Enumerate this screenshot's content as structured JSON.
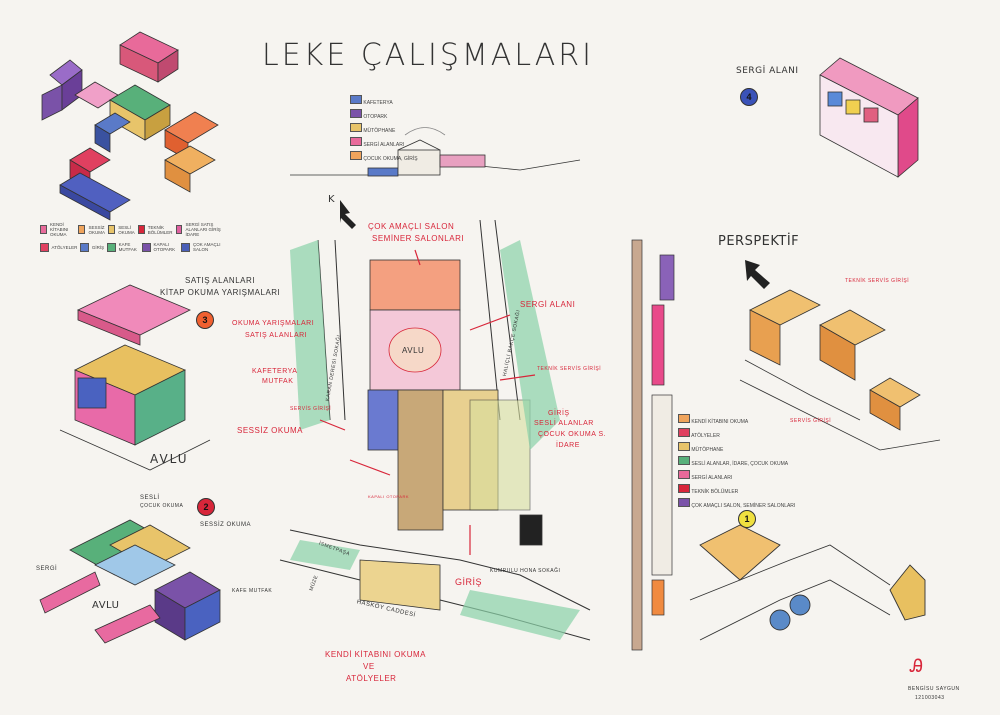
{
  "title": "LEKE ÇALIŞMALARI",
  "colors": {
    "pink": "#e0609a",
    "purple": "#7a52a8",
    "green": "#58b07a",
    "orange": "#f0a45c",
    "yellow": "#e8c46a",
    "blue": "#4a5fb8",
    "red": "#d8263a",
    "teal": "#6cc4a0"
  },
  "top_iso_legend": {
    "row1": [
      "KENDİ KİTABINI OKUMA",
      "SESSİZ OKUMA",
      "SESLİ OKUMA",
      "TEKNİK BÖLÜMLER",
      "SERGİ SATIŞ ALANLARI GİRİŞ İDARE"
    ],
    "row2": [
      "ATÖLYELER",
      "GİRİŞ",
      "KAFE MUTFAK",
      "KAPALI OTOPARK",
      "ÇOK AMAÇLI SALON"
    ]
  },
  "section_legend": [
    "KAFETERYA",
    "OTOPARK",
    "MÜTÖPHANE",
    "SERGİ ALANLARI",
    "ÇOCUK OKUMA, GİRİŞ"
  ],
  "sergi_alani": {
    "label": "SERGİ ALANI",
    "number": "4"
  },
  "perspektif": {
    "label": "PERSPEKTİF",
    "teknik": "TEKNİK SERVİS GİRİŞİ",
    "servis": "SERVİS GİRİŞİ",
    "number": "1"
  },
  "satis": {
    "label1": "SATIŞ ALANLARI",
    "label2": "KİTAP OKUMA YARIŞMALARI",
    "number": "3",
    "avlu": "AVLU"
  },
  "block2": {
    "sesli": "SESLİ",
    "sessiz_okuma": "SESSİZ OKUMA",
    "sergi": "SERGİ",
    "avlu": "AVLU",
    "kafe": "KAFE MUTFAK",
    "number": "2",
    "sesli_sub": "ÇOCUK OKUMA"
  },
  "site": {
    "north": "K",
    "cok_amacli": "ÇOK AMAÇLI SALON",
    "seminer": "SEMİNER SALONLARI",
    "sergi_alani": "SERGİ ALANI",
    "okuma_yar": "OKUMA YARIŞMALARI",
    "satis_alan": "SATIŞ ALANLARI",
    "avlu": "AVLU",
    "kafeterya": "KAFETERYA",
    "mutfak": "MUTFAK",
    "teknik": "TEKNİK SERVİS GİRİŞİ",
    "giris": "GİRİŞ",
    "sesli_alan": "SESLİ ALANLAR",
    "cocuk": "ÇOCUK OKUMA S.",
    "idare": "İDARE",
    "servis_giris": "SERVİS GİRİŞİ",
    "sessiz": "SESSİZ OKUMA",
    "kapali_otopark": "KAPALI OTOPARK",
    "giris_main": "GİRİŞ",
    "kendi1": "KENDİ KİTABINI OKUMA",
    "kendi2": "VE",
    "kendi3": "ATÖLYELER",
    "street1": "HASKÖY CADDESİ",
    "street2": "KARAN DERESİ SOKAĞI",
    "street3": "HALİÇLİ BAKÇE SOKAĞI",
    "street4": "KUMRULU HONA SOKAĞI",
    "street5": "MÜZE",
    "street6": "İSMETPAŞA"
  },
  "right_legend": [
    "KENDİ KİTABINI OKUMA",
    "ATÖLYELER",
    "MÜTÖPHANE",
    "SESLİ ALANLAR, İDARE, ÇOCUK OKUMA",
    "SERGİ ALANLARI",
    "TEKNİK BÖLÜMLER",
    "ÇOK AMAÇLI SALON, SEMİNER SALONLARI"
  ],
  "signature": {
    "name": "BENGİSU SAYGUN",
    "id": "121003043"
  }
}
